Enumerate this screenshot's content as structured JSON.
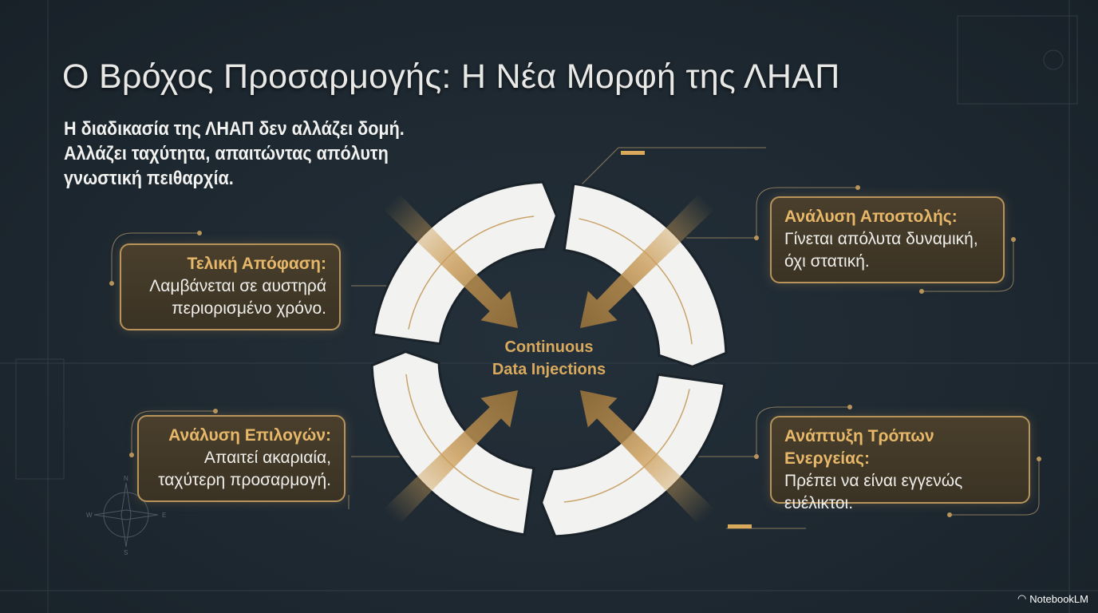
{
  "slide": {
    "title": "Ο Βρόχος Προσαρμογής: Η Νέα Μορφή της ΛΗΑΠ",
    "subtitle_lines": [
      "Η διαδικασία της ΛΗΑΠ δεν αλλάζει δομή.",
      "Αλλάζει ταχύτητα, απαιτώντας απόλυτη",
      "γνωστική πειθαρχία."
    ]
  },
  "cycle": {
    "center_lines": [
      "Continuous",
      "Data Injections"
    ],
    "steps": [
      {
        "heading": "Ανάλυση Αποστολής:",
        "lines": [
          "Γίνεται απόλυτα δυναμική,",
          "όχι στατική."
        ]
      },
      {
        "heading": "Ανάπτυξη Τρόπων Ενεργείας:",
        "lines": [
          "Πρέπει να είναι εγγενώς",
          "ευέλικτοι."
        ]
      },
      {
        "heading": "Ανάλυση Επιλογών:",
        "lines": [
          "Απαιτεί ακαριαία,",
          "ταχύτερη προσαρμογή."
        ]
      },
      {
        "heading": "Τελική Απόφαση:",
        "lines": [
          "Λαμβάνεται σε αυστηρά",
          "περιορισμένο χρόνο."
        ]
      }
    ]
  },
  "compass": {
    "n": "N",
    "s": "S",
    "e": "E",
    "w": "W"
  },
  "branding": {
    "logo": "NotebookLM"
  },
  "colors": {
    "background": "#1f2a33",
    "accent": "#d9a95c",
    "ring": "#f2f2f0"
  }
}
